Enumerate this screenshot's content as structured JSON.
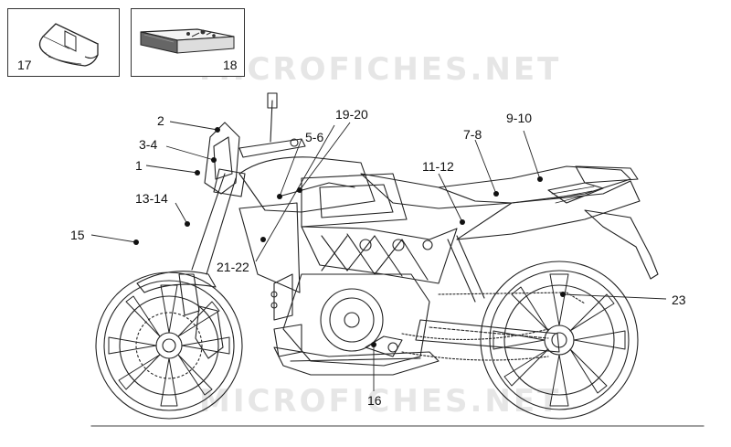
{
  "watermark": "MICROFICHES.NET",
  "kit_boxes": [
    {
      "label": "17",
      "icon": "rolled-fabric-icon"
    },
    {
      "label": "18",
      "icon": "manual-booklet-icon"
    }
  ],
  "callouts": [
    {
      "label": "2"
    },
    {
      "label": "3-4"
    },
    {
      "label": "1"
    },
    {
      "label": "13-14"
    },
    {
      "label": "15"
    },
    {
      "label": "5-6"
    },
    {
      "label": "19-20"
    },
    {
      "label": "21-22"
    },
    {
      "label": "7-8"
    },
    {
      "label": "11-12"
    },
    {
      "label": "9-10"
    },
    {
      "label": "23"
    },
    {
      "label": "16"
    }
  ]
}
